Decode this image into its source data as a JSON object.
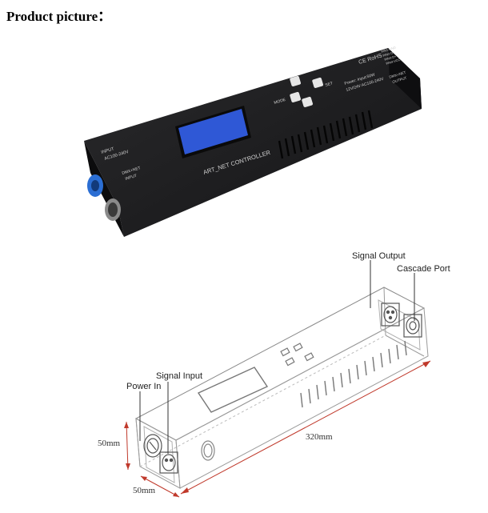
{
  "heading": "Product picture：",
  "photo": {
    "panel_text": "ART_NET CONTROLLER",
    "input_label_1": "INPUT",
    "input_label_2": "AC100-240V",
    "dmx_in_label_1": "DMX+NET",
    "dmx_in_label_2": "INPUT",
    "mode_label": "MODE",
    "set_label": "SET",
    "power_line": "Power: Input:50W",
    "voltage_line": "12V/24V  AC100-240V",
    "ce_mark": "CE RoHS",
    "pin_line_1": "PIN1:GND",
    "pin_line_2": "PIN2:D-",
    "pin_line_3": "PIN3:D+",
    "pin_line_4": "PIN4:VCC",
    "dmx_out_label_1": "DMX+NET",
    "dmx_out_label_2": "OUTPUT",
    "colors": {
      "body": "#1c1c1e",
      "lcd": "#2f58d6",
      "connector": "#2b6ed3"
    }
  },
  "diagram": {
    "signal_output_label": "Signal Output",
    "cascade_port_label": "Cascade Port",
    "signal_input_label": "Signal Input",
    "power_in_label": "Power In",
    "length_dim": "320mm",
    "height_dim": "50mm",
    "width_dim": "50mm",
    "dim_color": "#c0392b"
  }
}
